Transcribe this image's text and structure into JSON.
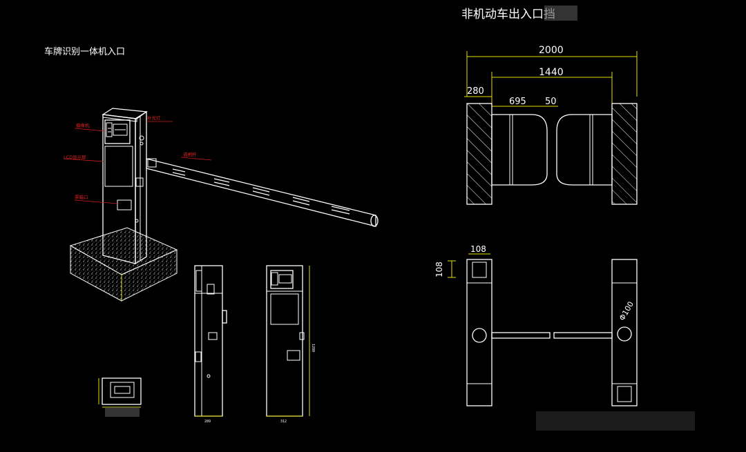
{
  "titles": {
    "right_title": "非机动车出入口挡",
    "left_title": "车牌识别一体机入口"
  },
  "callouts": {
    "c1": "摄像机",
    "c2": "补光灯",
    "c3": "LCD显示屏",
    "c4": "道闸杆",
    "c5": "票箱口"
  },
  "dimensions": {
    "overall_width": "2000",
    "inner_width": "1440",
    "post_width": "280",
    "leaf_width": "695",
    "gap": "50",
    "post_top_w": "108",
    "post_top_h": "108",
    "circle_dia": "Φ100"
  },
  "small_dims": {
    "side_bottom": "289",
    "front_bottom": "312",
    "front_height": "1280"
  },
  "colors": {
    "background": "#000000",
    "lines": "#ffffff",
    "dimension": "#e8e000",
    "callout": "#e02020"
  }
}
